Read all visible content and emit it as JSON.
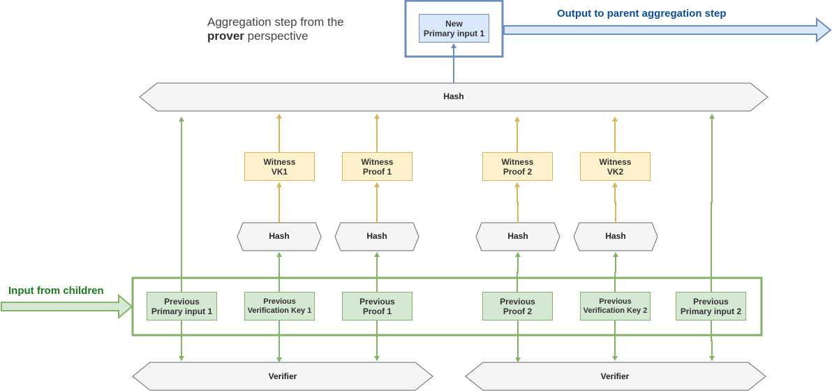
{
  "title": {
    "line1": "Aggregation step from the",
    "bold": "prover",
    "line2_rest": " perspective"
  },
  "output_label": "Output to parent aggregation step",
  "input_label": "Input from children",
  "new_primary": "New\nPrimary input 1",
  "top_hash": "Hash",
  "witnesses": {
    "vk1": "Witness\nVK1",
    "proof1": "Witness\nProof 1",
    "proof2": "Witness\nProof 2",
    "vk2": "Witness\nVK2"
  },
  "hashes": {
    "h1": "Hash",
    "h2": "Hash",
    "h3": "Hash",
    "h4": "Hash"
  },
  "previous": {
    "pi1": "Previous\nPrimary input 1",
    "vk1": "Previous\nVerification Key 1",
    "proof1": "Previous\nProof 1",
    "proof2": "Previous\nProof 2",
    "vk2": "Previous\nVerification Key 2",
    "pi2": "Previous\nPrimary input 2"
  },
  "verifiers": {
    "left": "Verifier",
    "right": "Verifier"
  },
  "colors": {
    "green_fill": "#d5e8d4",
    "green_stroke": "#82b366",
    "yellow_fill": "#fff2cc",
    "yellow_stroke": "#d6b656",
    "blue_fill": "#dae8fc",
    "blue_stroke": "#6c8ebf",
    "hex_fill": "#f5f5f5",
    "hex_stroke": "#666666"
  }
}
